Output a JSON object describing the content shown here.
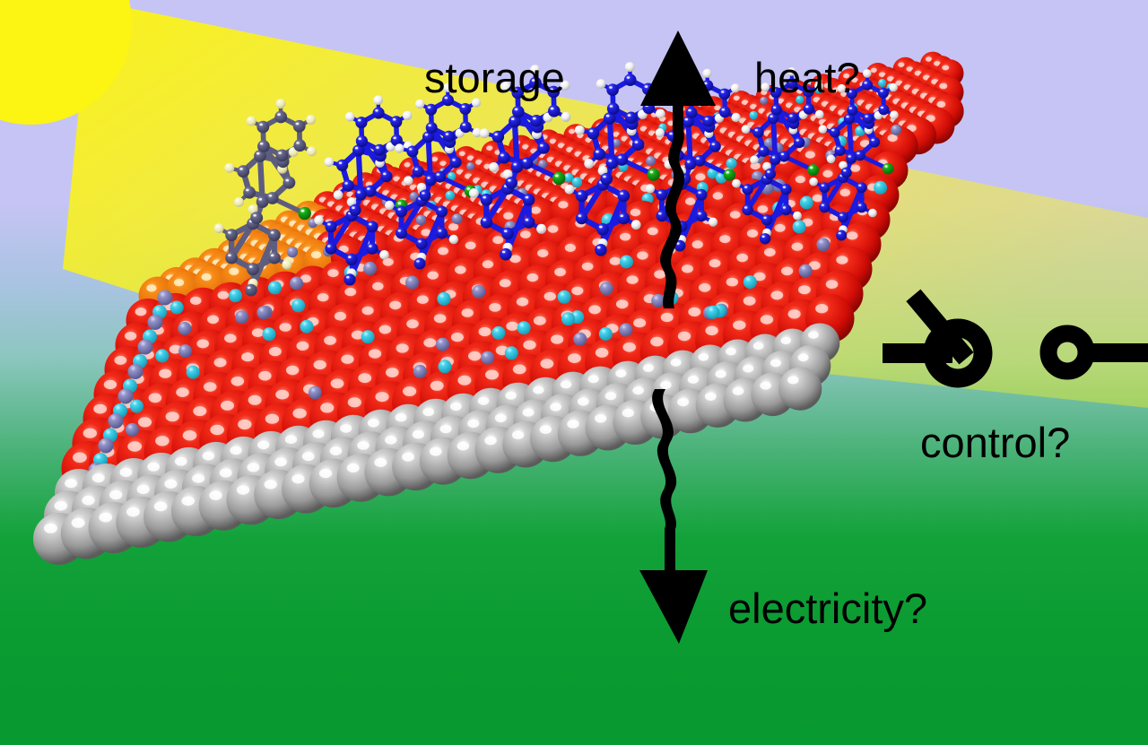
{
  "figure": {
    "title": "Photoswitchable molecules adsorbed on an oxide surface",
    "background": {
      "sky_top_color": "#c6c4f4",
      "sky_mid_color": "#8cc6bf",
      "ground_color": "#0a9b31"
    }
  },
  "labels": {
    "storage": "storage",
    "heat": "heat?",
    "control": "control?",
    "electricity": "electricity?"
  },
  "light": {
    "sun_color": "#fcf413",
    "beam_color": "#fcf413",
    "beam_opacity": 0.62,
    "illuminated_surface_color": "#f07b10"
  },
  "crystal": {
    "surface_atom_color": "#e41010",
    "surface_atom_name": "oxygen",
    "dopant_atom_colors": [
      "#8d8fc4",
      "#45d3ea"
    ],
    "substrate_atom_color": "#a8a8a8",
    "substrate_atom_name": "metal",
    "rows_top_face": 13,
    "cols_top_face": 26
  },
  "molecules": {
    "count": 8,
    "carbon_color": "#1a1ae0",
    "hydrogen_color": "#ffffff",
    "heteroatom_color": "#11a811",
    "shadowed_color": "#5d5d7d",
    "shadowed_hydrogen_color": "#f2f0b8"
  },
  "arrows": {
    "up": {
      "name": "storage-heat-arrow",
      "direction": "up",
      "color": "#000000"
    },
    "down": {
      "name": "electricity-arrow",
      "direction": "down",
      "color": "#000000"
    }
  },
  "switch": {
    "name": "open-circuit-switch",
    "state": "open",
    "color": "#000000"
  }
}
